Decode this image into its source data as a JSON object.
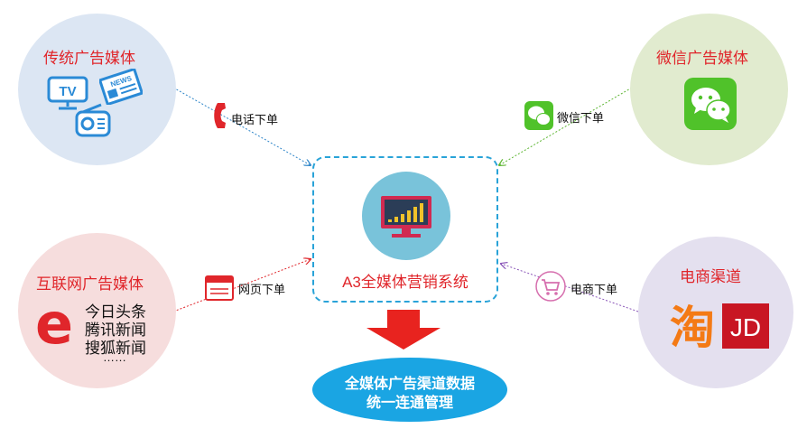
{
  "nodes": {
    "traditional": {
      "title": "传统广告媒体",
      "tv_icon_text": "TV",
      "news_icon_text": "NEWS"
    },
    "wechat_media": {
      "title": "微信广告媒体"
    },
    "internet": {
      "title": "互联网广告媒体",
      "items": [
        "今日头条",
        "腾讯新闻",
        "搜狐新闻",
        "……"
      ]
    },
    "ecommerce": {
      "title": "电商渠道",
      "taobao_text": "淘",
      "jd_text": "JD"
    }
  },
  "center": {
    "title": "A3全媒体营销系统"
  },
  "edges": {
    "phone": "电话下单",
    "wechat": "微信下单",
    "web": "网页下单",
    "ecom": "电商下单"
  },
  "result": {
    "line1": "全媒体广告渠道数据",
    "line2": "统一连通管理"
  },
  "colors": {
    "accent_red": "#e0262b",
    "dashed_blue": "#29a3d8",
    "ellipse_blue": "#1aa5e3"
  }
}
